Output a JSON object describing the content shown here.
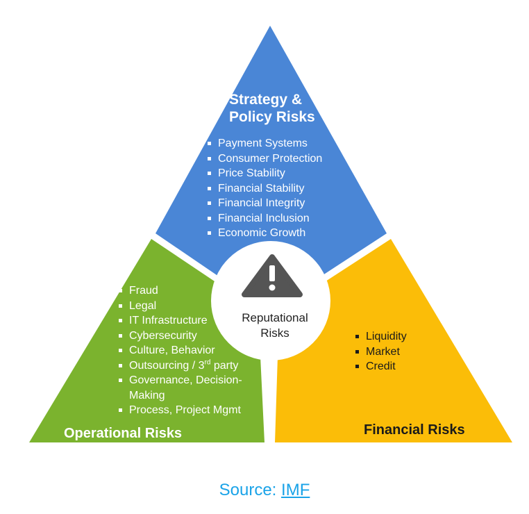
{
  "colors": {
    "strategy": "#4a86d6",
    "operational": "#7bb32e",
    "financial": "#fbbd08",
    "center_fill": "#ffffff",
    "warning_icon": "#555555",
    "source_text": "#1aa3e8"
  },
  "strategy": {
    "title_line1": "Strategy &",
    "title_line2": "Policy Risks",
    "items": [
      "Payment Systems",
      "Consumer Protection",
      "Price Stability",
      "Financial Stability",
      "Financial Integrity",
      "Financial Inclusion",
      "Economic Growth"
    ]
  },
  "operational": {
    "title": "Operational Risks",
    "items": [
      "Fraud",
      "Legal",
      "IT Infrastructure",
      "Cybersecurity",
      "Culture, Behavior"
    ],
    "outsourcing_prefix": "Outsourcing / 3",
    "outsourcing_sup": "rd",
    "outsourcing_suffix": " party",
    "governance_line1": "Governance, Decision-",
    "governance_line2": "Making",
    "process": "Process, Project Mgmt"
  },
  "financial": {
    "title": "Financial Risks",
    "items": [
      "Liquidity",
      "Market",
      "Credit"
    ]
  },
  "center": {
    "label_line1": "Reputational",
    "label_line2": "Risks",
    "icon": "warning-icon"
  },
  "source": {
    "prefix": "Source: ",
    "link_text": "IMF"
  }
}
